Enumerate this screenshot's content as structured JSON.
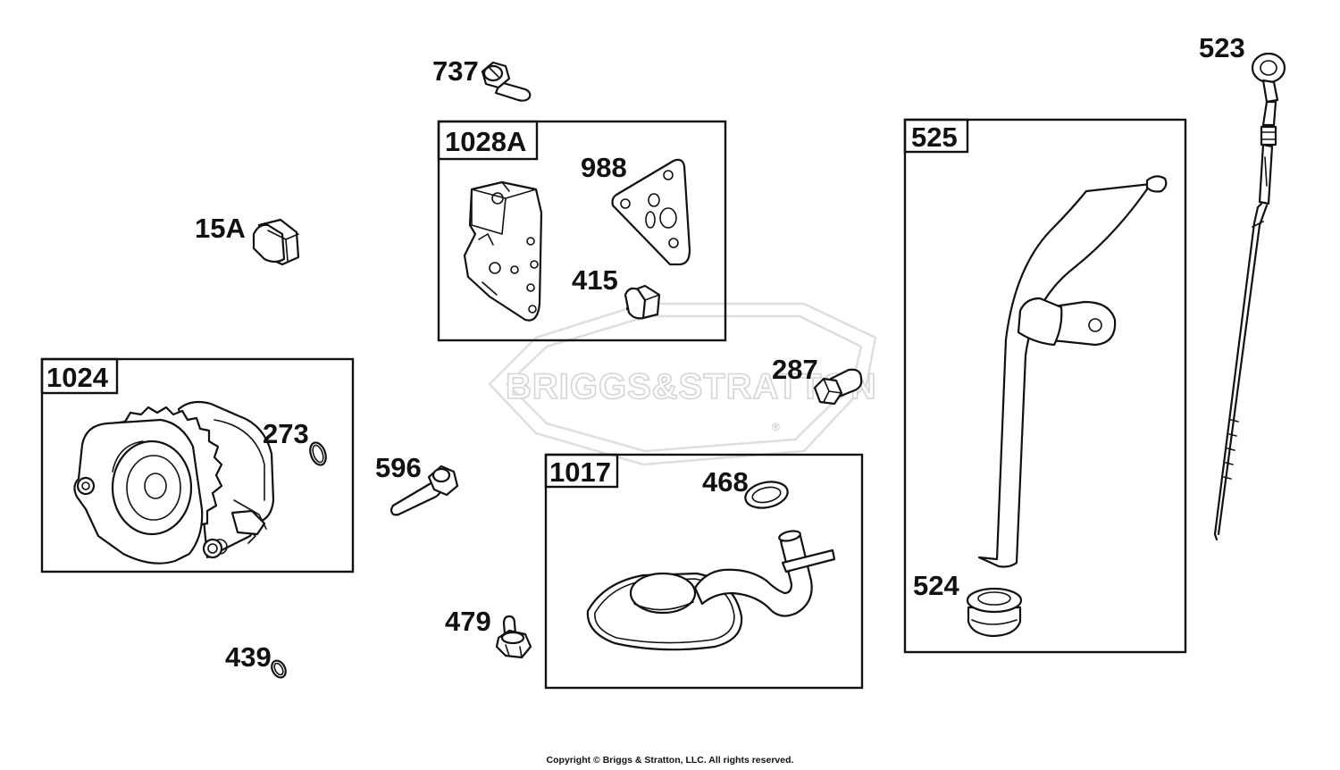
{
  "watermark": {
    "text": "BRIGGS&STRATTON",
    "registered_mark": "®"
  },
  "boxes": {
    "b1028a": {
      "label": "1028A"
    },
    "b1024": {
      "label": "1024"
    },
    "b1017": {
      "label": "1017"
    },
    "b525": {
      "label": "525"
    }
  },
  "parts": {
    "p737": "737",
    "p15a": "15A",
    "p988": "988",
    "p415": "415",
    "p273": "273",
    "p596": "596",
    "p287": "287",
    "p468": "468",
    "p479": "479",
    "p439": "439",
    "p523": "523",
    "p524": "524"
  },
  "copyright": "Copyright © Briggs & Stratton, LLC. All rights reserved."
}
